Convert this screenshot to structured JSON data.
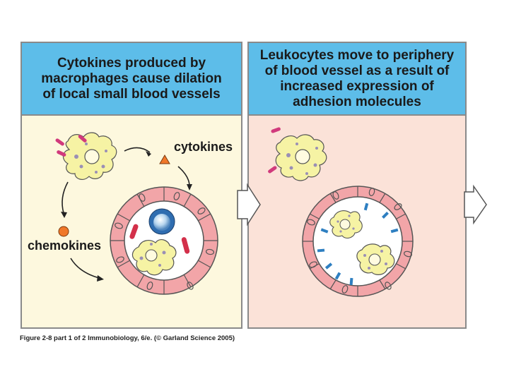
{
  "panels": {
    "left": {
      "title": "Cytokines produced by\nmacrophages cause dilation\nof local small blood vessels",
      "labels": {
        "cytokines": "cytokines",
        "chemokines": "chemokines"
      }
    },
    "right": {
      "title": "Leukocytes move to periphery\nof blood vessel as a result of\nincreased expression of\nadhesion molecules"
    }
  },
  "caption": "Figure 2-8 part 1 of 2 Immunobiology, 6/e. (© Garland Science 2005)",
  "colors": {
    "header_bg": "#5dbde9",
    "left_bg": "#fdf8de",
    "right_bg": "#fbe2d8",
    "vessel_wall": "#f2a5a8",
    "macrophage": "#f6f3a4",
    "cytokine_bars": "#d13a7c",
    "cytokine_triangle": "#f07829",
    "chemokine_dot": "#f07829",
    "adhesion_molecules": "#2e7fc1",
    "rbc": "#d3304a"
  }
}
